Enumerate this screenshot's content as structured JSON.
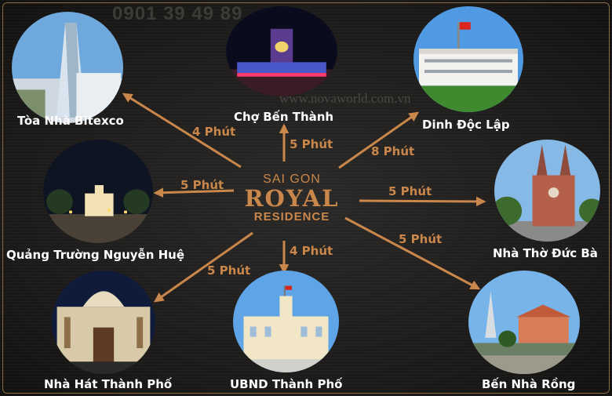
{
  "phone": "0901 39 49 89",
  "watermark": "www.novaworld.com.vn",
  "center": {
    "line1": "SAI GON",
    "line2": "ROYAL",
    "line3": "RESIDENCE"
  },
  "colors": {
    "accent": "#c9874b",
    "background": "#1c1b1a",
    "label": "#ffffff"
  },
  "destinations": [
    {
      "name": "Tòa Nhà Bitexco",
      "time": "4 Phút"
    },
    {
      "name": "Chợ Bến Thành",
      "time": "5 Phút"
    },
    {
      "name": "Dinh Độc Lập",
      "time": "8 Phút"
    },
    {
      "name": "Quảng Trường Nguyễn Huệ",
      "time": "5 Phút"
    },
    {
      "name": "Nhà Thờ Đức Bà",
      "time": "5 Phút"
    },
    {
      "name": "Nhà Hát Thành Phố",
      "time": "5 Phút"
    },
    {
      "name": "UBND Thành Phố",
      "time": "4 Phút"
    },
    {
      "name": "Bến Nhà Rồng",
      "time": "5 Phút"
    }
  ]
}
